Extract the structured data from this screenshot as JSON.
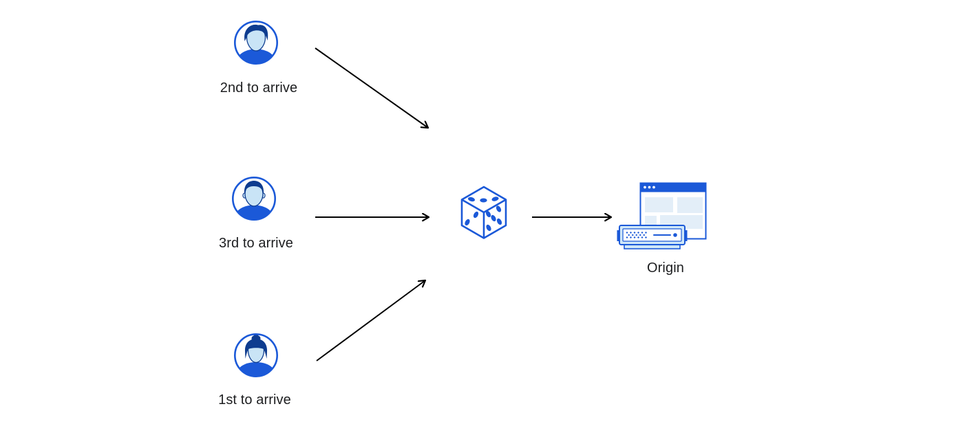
{
  "diagram": {
    "users": [
      {
        "label": "2nd to arrive",
        "icon": "person-avatar-icon"
      },
      {
        "label": "3rd to arrive",
        "icon": "person-avatar-icon"
      },
      {
        "label": "1st to arrive",
        "icon": "person-avatar-icon"
      }
    ],
    "router": {
      "icon": "dice-icon"
    },
    "origin": {
      "label": "Origin",
      "icon": "origin-server-icon"
    },
    "edges": [
      {
        "from": "2nd to arrive",
        "to": "dice"
      },
      {
        "from": "3rd to arrive",
        "to": "dice"
      },
      {
        "from": "1st to arrive",
        "to": "dice"
      },
      {
        "from": "dice",
        "to": "Origin"
      }
    ],
    "colors": {
      "primary_blue": "#1b59d8",
      "dark_navy": "#0e3c8f",
      "light_blue": "#c9e4f6",
      "panel_blue": "#e3eef8",
      "server_case_blue": "#cfe7f8",
      "arrow_black": "#000000",
      "label_text": "#1d1e20"
    }
  }
}
